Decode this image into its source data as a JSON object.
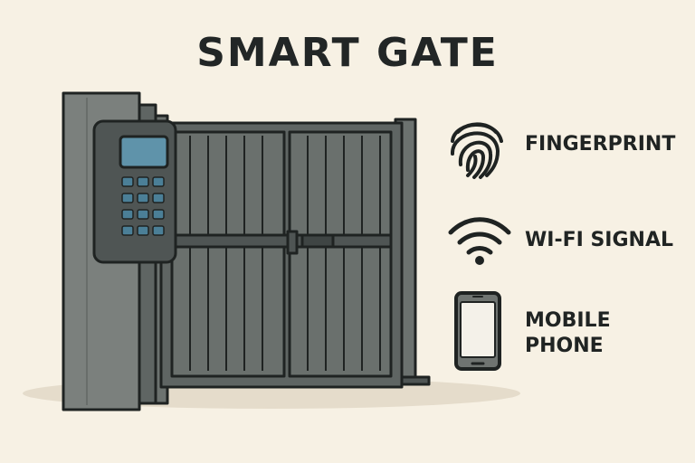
{
  "title": "SMART GATE",
  "features": [
    {
      "label": "FINGERPRINT",
      "icon": "fingerprint-icon"
    },
    {
      "label": "WI-FI SIGNAL",
      "icon": "wifi-icon"
    },
    {
      "label": "MOBILE PHONE",
      "icon": "mobile-phone-icon"
    }
  ],
  "colors": {
    "background": "#f7f1e4",
    "gate": "#5c6260",
    "outline": "#1f2322",
    "screen": "#5f93aa",
    "keys": "#4b7f97"
  }
}
